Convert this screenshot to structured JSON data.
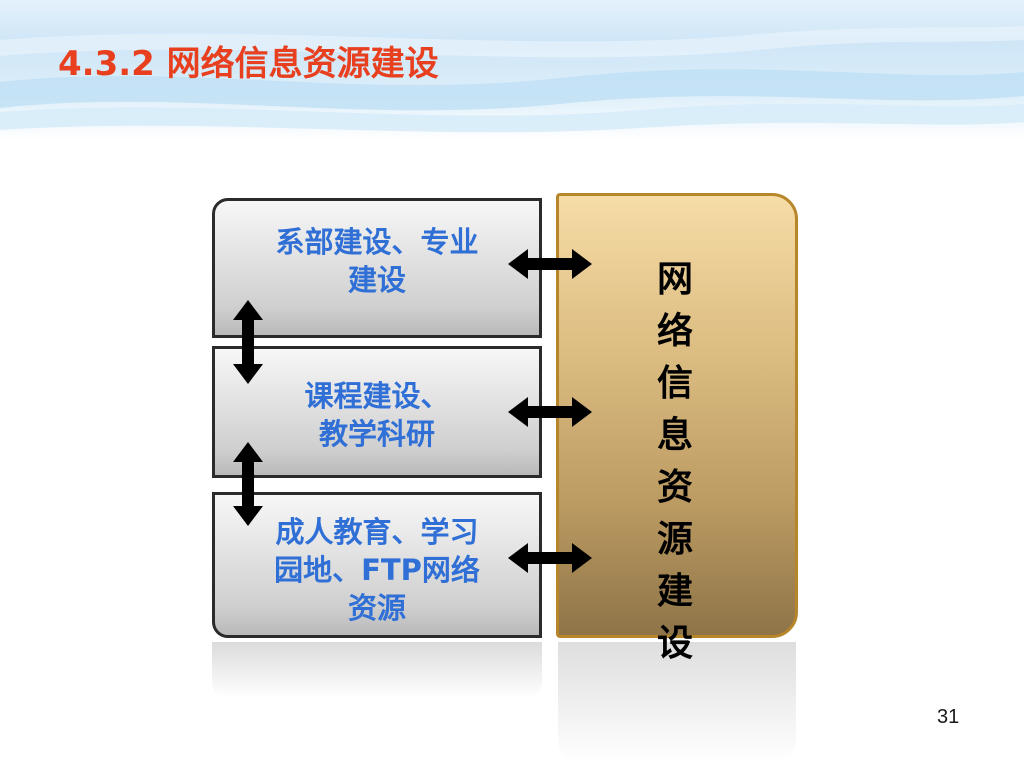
{
  "slide": {
    "title": "4.3.2 网络信息资源建设",
    "page_number": "31"
  },
  "left_boxes": [
    {
      "lines": [
        "系部建设、专业",
        "建设"
      ]
    },
    {
      "lines": [
        "课程建设、",
        "教学科研"
      ]
    },
    {
      "lines": [
        "成人教育、学习",
        "园地、FTP网络",
        "资源"
      ]
    }
  ],
  "right_box": {
    "chars": [
      "网",
      "络",
      "信",
      "息",
      "资",
      "源",
      "建",
      "设"
    ]
  },
  "colors": {
    "title": "#e83f1f",
    "box_text": "#2f6fd6",
    "right_border": "#b7862b"
  }
}
